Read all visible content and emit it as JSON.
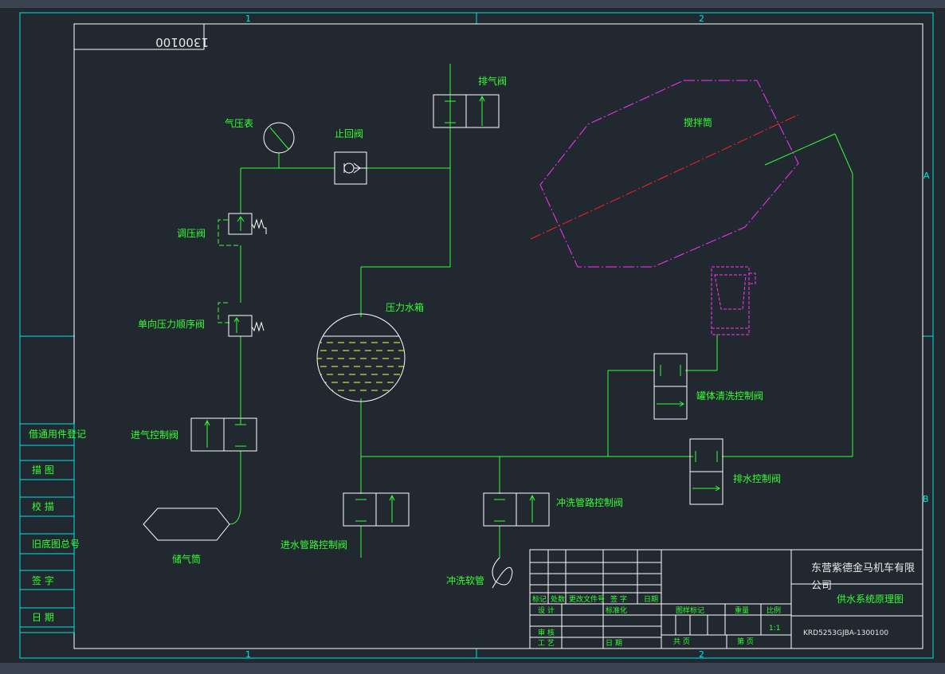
{
  "colors": {
    "background": "#212830",
    "border": "#00e5e5",
    "pipe": "#33ff33",
    "frame": "#ffffff",
    "tank_water": "#ffff33",
    "mixer_outline": "#ff33ff",
    "mixer_axis": "#ff2222"
  },
  "drawing_number_box": "1300100",
  "zone_numbers": {
    "top_1": "1",
    "top_2": "2",
    "bottom_1": "1",
    "bottom_2": "2",
    "right_a": "A",
    "right_b": "B"
  },
  "side_table": [
    "借通用件登记",
    "描 图",
    "校 描",
    "旧底图总号",
    "签 字",
    "日 期"
  ],
  "components": {
    "exhaust_valve": "排气阀",
    "pressure_gauge": "气压表",
    "check_valve": "止回阀",
    "regulator_valve": "调压阀",
    "sequence_valve": "单向压力顺序阀",
    "air_inlet_valve": "进气控制阀",
    "air_tank": "储气筒",
    "pressure_water_tank": "压力水箱",
    "mixer_drum": "搅拌筒",
    "drum_cleaning_valve": "罐体清洗控制阀",
    "drain_valve": "排水控制阀",
    "flush_pipe_valve": "冲洗管路控制阀",
    "water_inlet_valve": "进水管路控制阀",
    "flush_hose": "冲洗软管"
  },
  "title_block": {
    "company_line1": "东营紫德金马机车有限",
    "company_line2": "公司",
    "drawing_title": "供水系统原理图",
    "drawing_code": "KRD5253GJBA-1300100",
    "scale": "1:1",
    "rev_headers": [
      "标记",
      "处数",
      "更改文件号",
      "签 字",
      "日期"
    ],
    "sign_rows": [
      "设 计",
      "标准化",
      "审 核",
      "工 艺",
      "日 期"
    ],
    "stage_headers": [
      "图样标记",
      "重量",
      "比例"
    ],
    "sheet_total": "共 页",
    "sheet_no": "第 页"
  }
}
